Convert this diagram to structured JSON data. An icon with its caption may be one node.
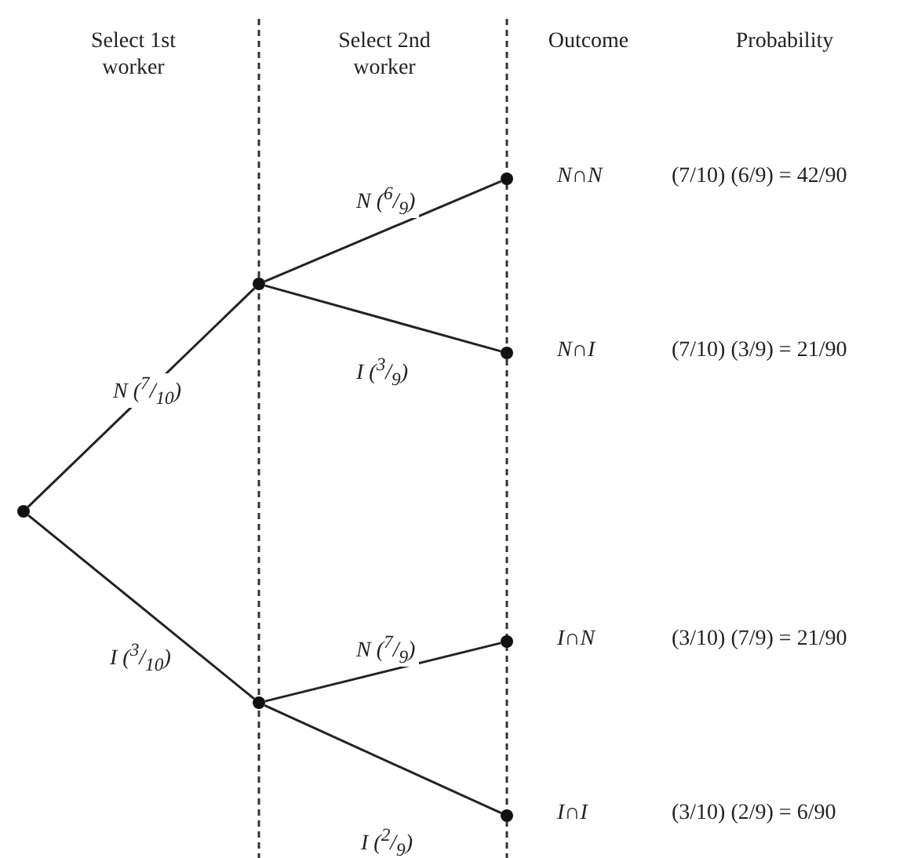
{
  "diagram": {
    "nodes": [
      {
        "text": [],
        "shape": "circle"
      },
      {
        "text": [],
        "shape": "circle"
      },
      {
        "text": [],
        "shape": "circle"
      },
      {
        "text": [],
        "shape": "circle",
        "beside": [
          "N∩N"
        ]
      },
      {
        "text": [],
        "shape": "circle",
        "beside": [
          "N∩I"
        ]
      },
      {
        "text": [],
        "shape": "circle",
        "beside": [
          "I∩N"
        ]
      },
      {
        "text": [],
        "shape": "circle",
        "beside": [
          "I∩I"
        ]
      }
    ],
    "edges": [
      {
        "from": 0,
        "to": 1,
        "arrow": "none",
        "label": "N ($^{7}$/$_{10}$)"
      },
      {
        "from": 0,
        "to": 2,
        "arrow": "none",
        "label": "I ($^{3}$/$_{10}$)"
      },
      {
        "from": 1,
        "to": 3,
        "arrow": "none",
        "label": "N ($^{6}$/$_{9}$)"
      },
      {
        "from": 1,
        "to": 4,
        "arrow": "none",
        "label": "I ($^{3}$/$_{9}$)"
      },
      {
        "from": 2,
        "to": 5,
        "arrow": "none",
        "label": "N ($^{7}$/$_{9}$)"
      },
      {
        "from": 2,
        "to": 6,
        "arrow": "none",
        "label": "I ($^{2}$/$_{9}$)"
      }
    ],
    "labels": [
      "Select 1st worker",
      "Select 2nd worker",
      "Outcome",
      "Probability",
      "(7/10) (6/9) = 42/90",
      "(7/10) (3/9) = 21/90",
      "(3/10) (7/9) = 21/90",
      "(3/10) (2/9) = 6/90"
    ]
  }
}
